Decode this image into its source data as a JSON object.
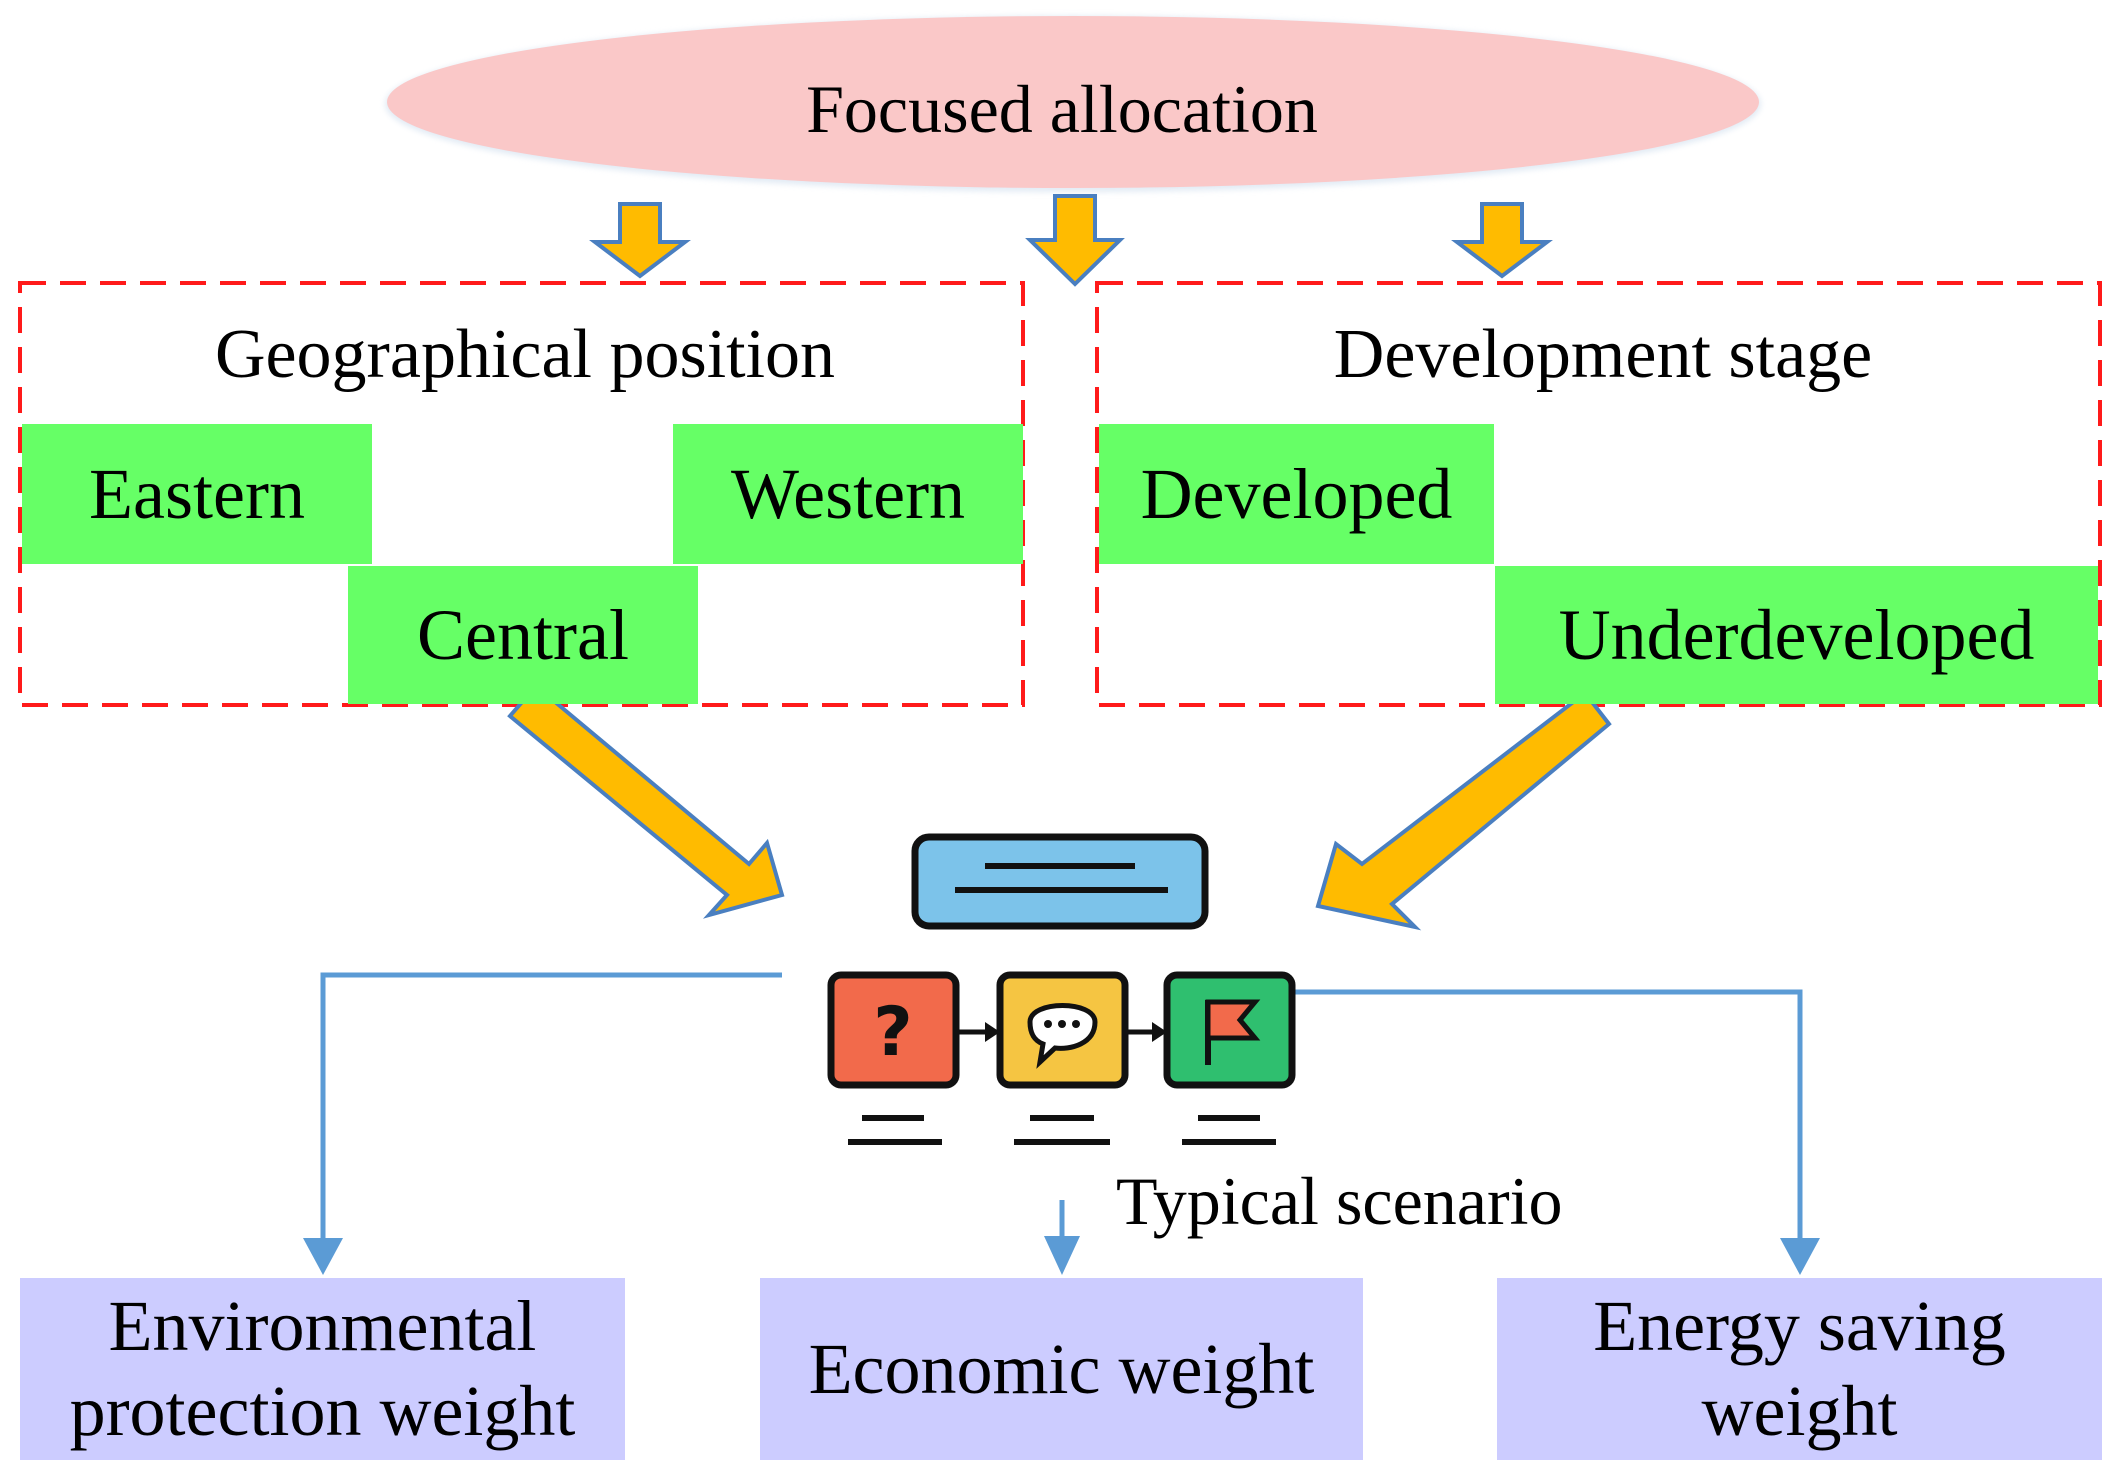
{
  "top": {
    "label": "Focused allocation"
  },
  "geo": {
    "title": "Geographical position",
    "items": [
      "Eastern",
      "Western",
      "Central"
    ]
  },
  "dev": {
    "title": "Development stage",
    "items": [
      "Developed",
      "Underdeveloped"
    ]
  },
  "scenario": {
    "label": "Typical scenario"
  },
  "weights": {
    "env": {
      "line1": "Environmental",
      "line2": "protection weight"
    },
    "eco": {
      "line1": "Economic weight"
    },
    "energy": {
      "line1": "Energy saving",
      "line2": "weight"
    }
  },
  "colors": {
    "ellipse_fill": "#fac8c8",
    "dashed_border": "#ff1a1a",
    "green_fill": "#66ff66",
    "purple_fill": "#ccccff",
    "arrow_fill": "#ffbb00",
    "arrow_stroke": "#4a7fc0",
    "connector": "#5b9bd5",
    "icon_red": "#f26a4b",
    "icon_yellow": "#f5c542",
    "icon_green": "#2fbf6f",
    "icon_blue": "#7cc3ea"
  },
  "icons": [
    "question-icon",
    "speech-bubble-icon",
    "flag-icon",
    "banner-icon"
  ]
}
